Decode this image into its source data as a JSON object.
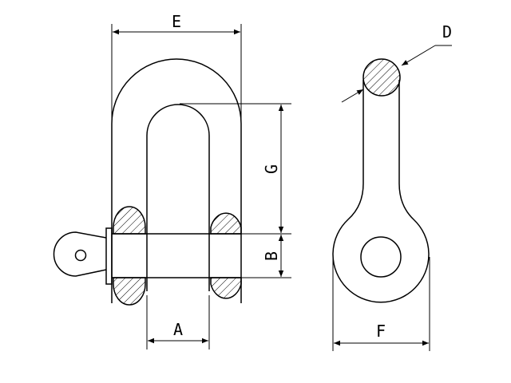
{
  "dimensions": {
    "A": "A",
    "B": "B",
    "D": "D",
    "E": "E",
    "F": "F",
    "G": "G"
  },
  "colors": {
    "line": "#000000",
    "background": "#ffffff"
  }
}
